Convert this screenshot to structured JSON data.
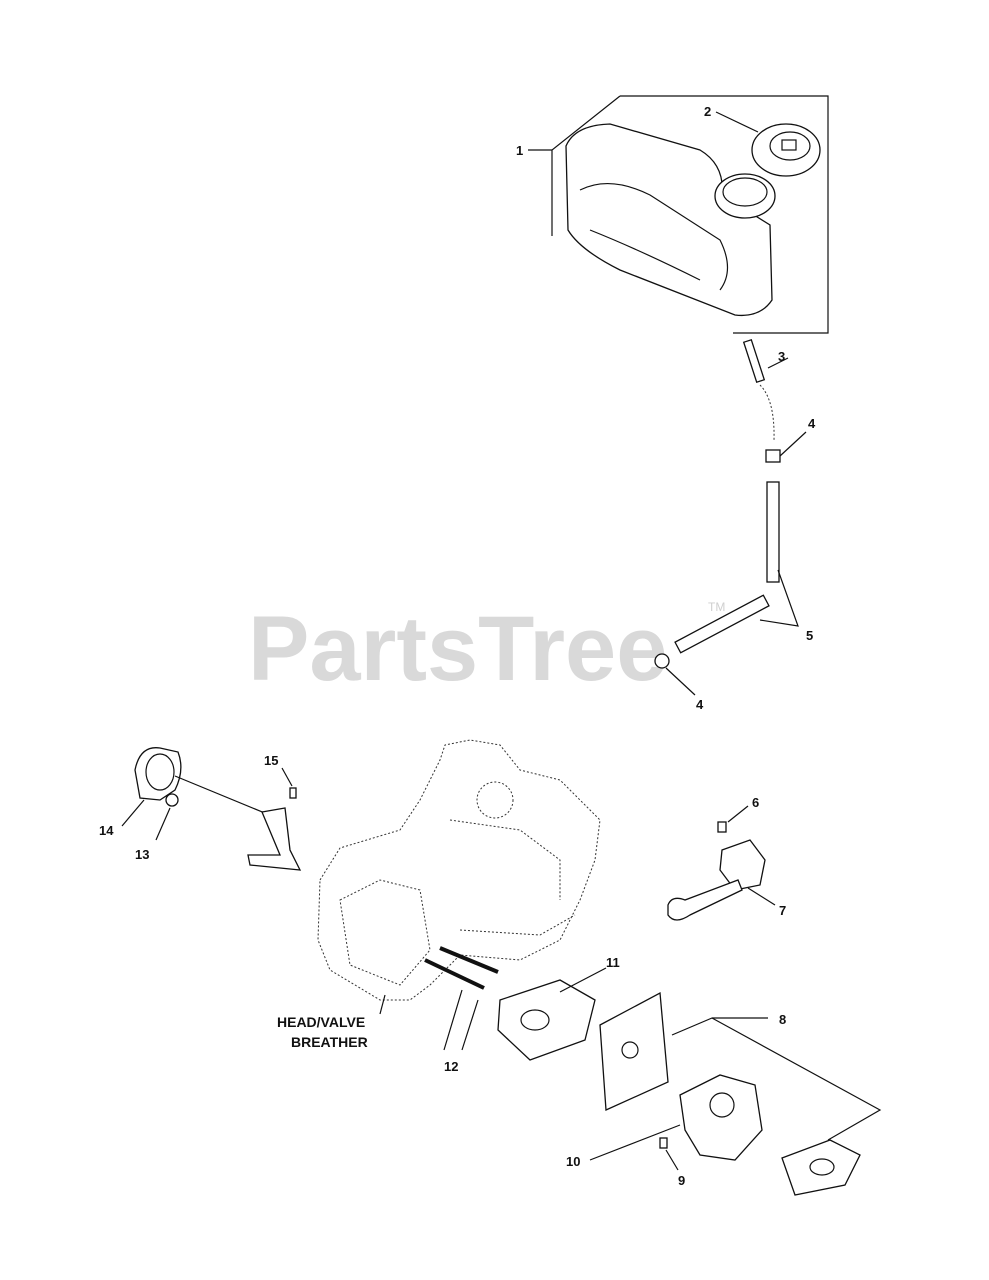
{
  "watermark": {
    "text": "PartsTree",
    "trademark": "TM"
  },
  "callouts": {
    "c1": "1",
    "c2": "2",
    "c3": "3",
    "c4a": "4",
    "c4b": "4",
    "c5": "5",
    "c6": "6",
    "c7": "7",
    "c8": "8",
    "c9": "9",
    "c10": "10",
    "c11": "11",
    "c12": "12",
    "c13": "13",
    "c14": "14",
    "c15": "15"
  },
  "notes": {
    "head_line1": "HEAD/VALVE",
    "head_line2": "BREATHER"
  }
}
